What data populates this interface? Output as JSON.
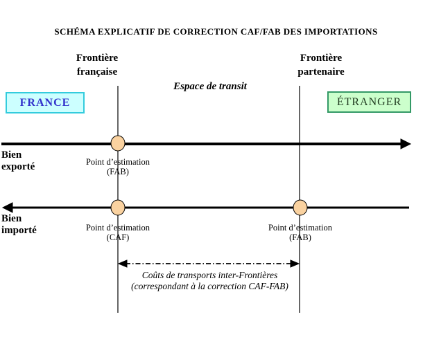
{
  "title": "SCHÉMA EXPLICATIF DE CORRECTION CAF/FAB DES IMPORTATIONS",
  "frontiers": {
    "french": {
      "line1": "Frontière",
      "line2": "française"
    },
    "partner": {
      "line1": "Frontière",
      "line2": "partenaire"
    }
  },
  "transit_label": "Espace de transit",
  "zones": {
    "france": {
      "label": "FRANCE",
      "bg": "#ccffff",
      "border": "#33ccdd",
      "text_color": "#3333cc"
    },
    "etranger": {
      "label": "ÉTRANGER",
      "bg": "#ccffcc",
      "border": "#339966",
      "text_color": "#1f3a1f"
    }
  },
  "flows": {
    "export": {
      "label_line1": "Bien",
      "label_line2": "exporté",
      "points": [
        {
          "caption_line1": "Point d’estimation",
          "caption_line2": "(FAB)"
        }
      ]
    },
    "import": {
      "label_line1": "Bien",
      "label_line2": "importé",
      "points": [
        {
          "caption_line1": "Point d’estimation",
          "caption_line2": "(CAF)"
        },
        {
          "caption_line1": "Point d’estimation",
          "caption_line2": "(FAB)"
        }
      ]
    }
  },
  "cost_annotation": {
    "line1": "Coûts de transports inter-Frontières",
    "line2": "(correspondant à la correction CAF-FAB)"
  },
  "colors": {
    "point_fill": "#fad2a0",
    "point_stroke": "#000000",
    "line_color": "#000000"
  }
}
